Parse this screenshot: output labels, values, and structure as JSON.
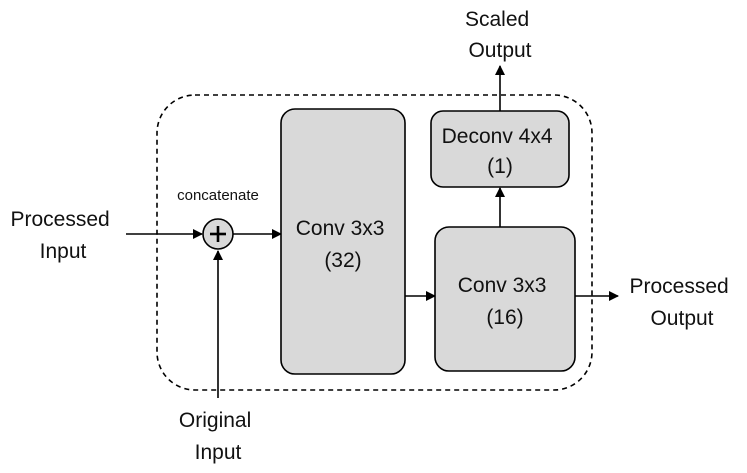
{
  "colors": {
    "block_fill": "#d9d9d9",
    "stroke": "#000000",
    "text": "#111111",
    "background": "#ffffff"
  },
  "inputs": {
    "processed": [
      "Processed",
      "Input"
    ],
    "original": [
      "Original",
      "Input"
    ]
  },
  "operator": {
    "label": "concatenate",
    "symbol": "+"
  },
  "blocks": {
    "conv32": [
      "Conv 3x3",
      "(32)"
    ],
    "conv16": [
      "Conv 3x3",
      "(16)"
    ],
    "deconv": [
      "Deconv 4x4",
      "(1)"
    ]
  },
  "outputs": {
    "scaled": [
      "Scaled",
      "Output"
    ],
    "processed": [
      "Processed",
      "Output"
    ]
  }
}
